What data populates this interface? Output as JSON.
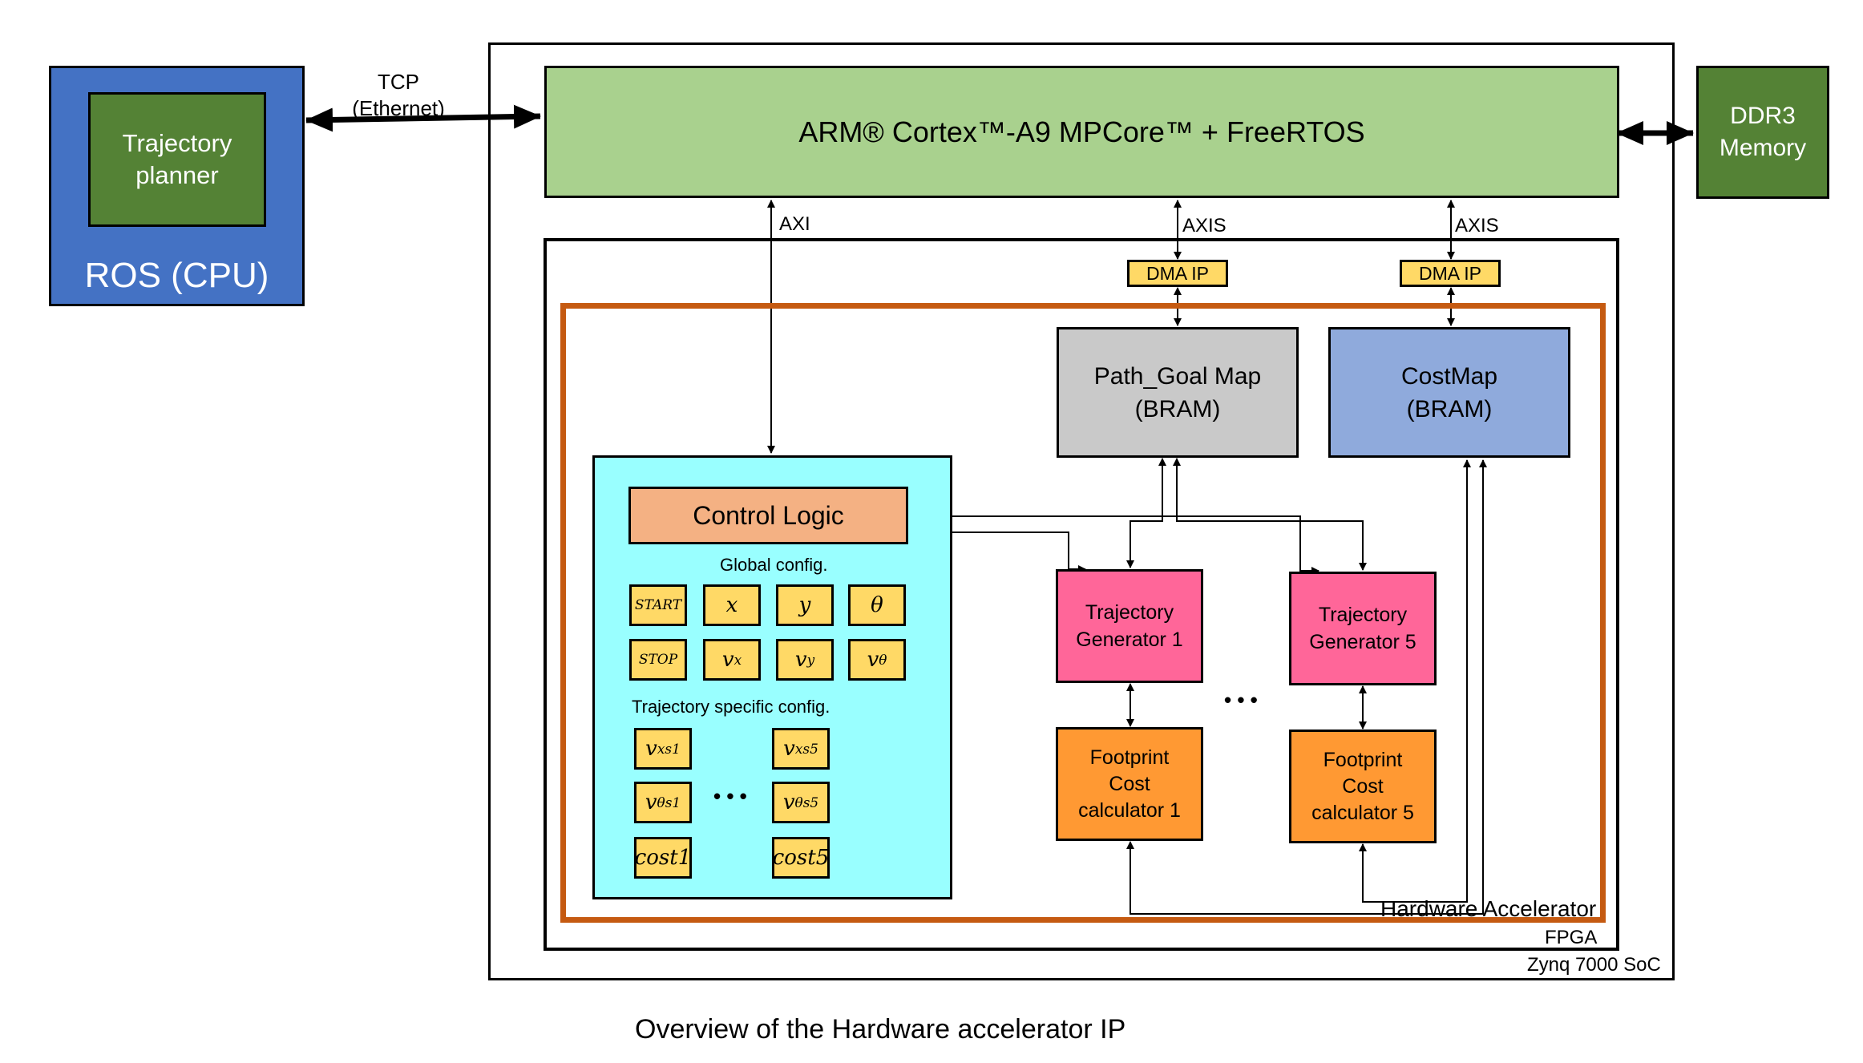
{
  "colors": {
    "ros_bg": "#4472c4",
    "planner_bg": "#548235",
    "arm_bg": "#a9d18e",
    "fpga_accent": "#c55a11",
    "control_panel_bg": "#99ffff",
    "control_logic_bg": "#f4b183",
    "config_cell_bg": "#ffd966",
    "path_goal_bg": "#c9c9c9",
    "costmap_bg": "#8faadc",
    "traj_gen_bg": "#ff6699",
    "footprint_bg": "#ff9933"
  },
  "ros": {
    "title": "ROS (CPU)",
    "planner_line1": "Trajectory",
    "planner_line2": "planner"
  },
  "link": {
    "line1": "TCP",
    "line2": "(Ethernet)"
  },
  "arm": {
    "title": "ARM® Cortex™-A9 MPCore™ + FreeRTOS"
  },
  "ddr": {
    "line1": "DDR3",
    "line2": "Memory"
  },
  "bus": {
    "axi": "AXI",
    "axis_left": "AXIS",
    "axis_right": "AXIS"
  },
  "dma": {
    "left": "DMA IP",
    "right": "DMA IP"
  },
  "path_goal": {
    "line1": "Path_Goal Map",
    "line2": "(BRAM)"
  },
  "costmap": {
    "line1": "CostMap",
    "line2": "(BRAM)"
  },
  "control": {
    "logic": "Control Logic",
    "global_config": "Global config.",
    "traj_config": "Trajectory specific config.",
    "ellipsis": "• • •"
  },
  "traj_gen_1": {
    "line1": "Trajectory",
    "line2": "Generator 1"
  },
  "traj_gen_5": {
    "line1": "Trajectory",
    "line2": "Generator 5"
  },
  "footprint_1": {
    "line1": "Footprint",
    "line2": "Cost",
    "line3": "calculator 1"
  },
  "footprint_5": {
    "line1": "Footprint",
    "line2": "Cost",
    "line3": "calculator 5"
  },
  "middle_ellipsis": "• • •",
  "labels": {
    "hw_accel": "Hardware Accelerator",
    "fpga": "FPGA",
    "soc": "Zynq 7000 SoC"
  },
  "caption": "Overview of the Hardware accelerator IP"
}
